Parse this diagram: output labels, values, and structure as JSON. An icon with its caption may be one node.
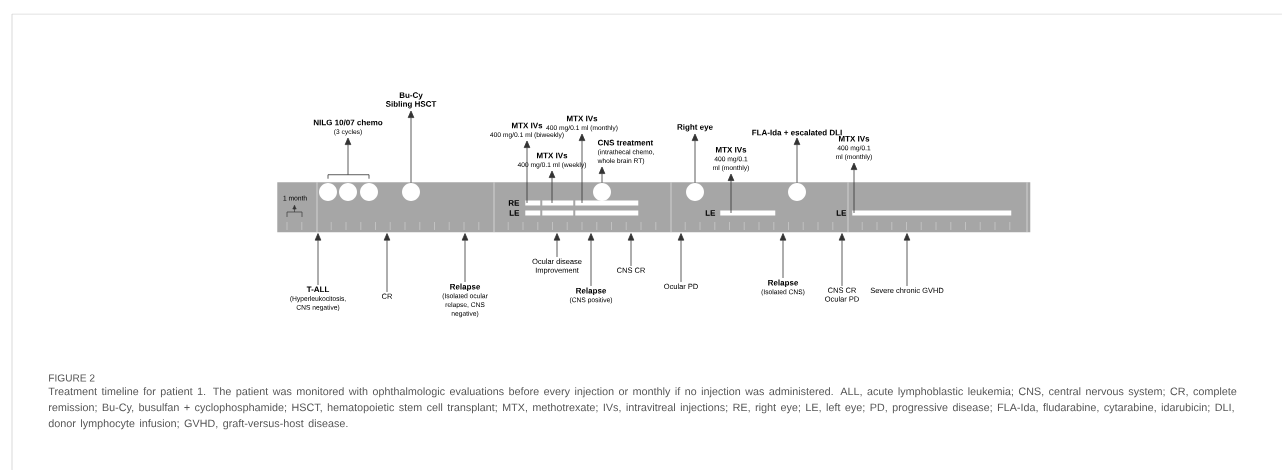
{
  "diagram": {
    "title": "FIGURE 2",
    "caption": "Treatment timeline for patient 1. The patient was monitored with ophthalmologic evaluations before every injection or monthly if no injection was administered. ALL, acute lymphoblastic leukemia; CNS, central nervous system; CR, complete remission; Bu-Cy, busulfan + cyclophosphamide; HSCT, hematopoietic stem cell transplant; MTX, methotrexate; IVs, intravitreal injections; RE, right eye; LE, left eye; PD, progressive disease; FLA-Ida, fludarabine, cytarabine, idarubicin; DLI, donor lymphocyte infusion; GVHD, graft-versus-host disease.",
    "nodes": [
      {
        "text": [],
        "shape": "bar"
      },
      {
        "text": [],
        "shape": "circle",
        "in": 0
      },
      {
        "text": [],
        "shape": "circle",
        "in": 0
      },
      {
        "text": [],
        "shape": "circle",
        "in": 0
      },
      {
        "text": [],
        "shape": "circle",
        "in": 0
      },
      {
        "text": [],
        "shape": "circle",
        "in": 0
      },
      {
        "text": [],
        "shape": "circle",
        "in": 0
      },
      {
        "text": [],
        "shape": "circle",
        "in": 0
      },
      {
        "text": [],
        "shape": "bar",
        "in": 0
      },
      {
        "text": [],
        "shape": "bar",
        "in": 0
      },
      {
        "text": [],
        "shape": "bar",
        "in": 0
      },
      {
        "text": [],
        "shape": "bar",
        "in": 0
      },
      {
        "text": [],
        "shape": "bar",
        "in": 0
      },
      {
        "text": [],
        "shape": "bar",
        "in": 0
      },
      {
        "text": [],
        "shape": "bar",
        "in": 0
      },
      {
        "text": [],
        "shape": "bar",
        "in": 0
      },
      {
        "text": [
          "NILG 10/07 chemo",
          "(3 cycles)"
        ]
      },
      {
        "text": [
          "Bu-Cy",
          "Sibling HSCT"
        ]
      },
      {
        "text": [
          "MTX IVs",
          "400 mg/0.1 ml (biweekly)"
        ]
      },
      {
        "text": [
          "MTX IVs",
          "400 mg/0.1 ml (weekly)"
        ]
      },
      {
        "text": [
          "MTX IVs",
          "400 mg/0.1 ml (monthly)"
        ]
      },
      {
        "text": [
          "CNS treatment",
          "(intrathecal chemo, whole brain RT)"
        ]
      },
      {
        "text": [
          "Right eye"
        ]
      },
      {
        "text": [
          "MTX IVs",
          "400 mg/0.1 ml (monthly)"
        ]
      },
      {
        "text": [
          "FLA-Ida + escalated DLI"
        ]
      },
      {
        "text": [
          "MTX IVs",
          "400 mg/0.1 ml (monthly)"
        ]
      },
      {
        "text": [
          "T-ALL",
          "(Hyperleukocitosis, CNS negative)"
        ]
      },
      {
        "text": [
          "CR"
        ]
      },
      {
        "text": [
          "Relapse",
          "(Isolated ocular relapse, CNS negative)"
        ]
      },
      {
        "text": [
          "Ocular disease",
          "Improvement"
        ]
      },
      {
        "text": [
          "Relapse",
          "(CNS positive)"
        ]
      },
      {
        "text": [
          "CNS CR"
        ]
      },
      {
        "text": [
          "Ocular PD"
        ]
      },
      {
        "text": [
          "Relapse",
          "(Isolated CNS)"
        ]
      },
      {
        "text": [
          "CNS CR",
          "Ocular PD"
        ]
      },
      {
        "text": [
          "Severe chronic GVHD"
        ]
      }
    ],
    "edges": [
      {
        "from": 1,
        "to": 16,
        "arrow": "to"
      },
      {
        "from": 2,
        "to": 16,
        "arrow": "to"
      },
      {
        "from": 3,
        "to": 16,
        "arrow": "to"
      },
      {
        "from": 4,
        "to": 17,
        "arrow": "to"
      },
      {
        "from": 8,
        "to": 18,
        "arrow": "to"
      },
      {
        "from": 9,
        "to": 19,
        "arrow": "to"
      },
      {
        "from": 10,
        "to": 20,
        "arrow": "to"
      },
      {
        "from": 5,
        "to": 21,
        "arrow": "to"
      },
      {
        "from": 6,
        "to": 22,
        "arrow": "to"
      },
      {
        "from": 14,
        "to": 23,
        "arrow": "to"
      },
      {
        "from": 7,
        "to": 24,
        "arrow": "to"
      },
      {
        "from": 15,
        "to": 25,
        "arrow": "to"
      },
      {
        "from": 26,
        "to": 0,
        "arrow": "to"
      },
      {
        "from": 27,
        "to": 0,
        "arrow": "to"
      },
      {
        "from": 28,
        "to": 0,
        "arrow": "to"
      },
      {
        "from": 29,
        "to": 0,
        "arrow": "to"
      },
      {
        "from": 30,
        "to": 0,
        "arrow": "to"
      },
      {
        "from": 31,
        "to": 0,
        "arrow": "to"
      },
      {
        "from": 32,
        "to": 0,
        "arrow": "to"
      },
      {
        "from": 33,
        "to": 0,
        "arrow": "to"
      },
      {
        "from": 34,
        "to": 0,
        "arrow": "to"
      },
      {
        "from": 35,
        "to": 0,
        "arrow": "to"
      }
    ],
    "labels": [
      "1 month",
      "RE",
      "LE",
      "LE",
      "LE"
    ]
  }
}
